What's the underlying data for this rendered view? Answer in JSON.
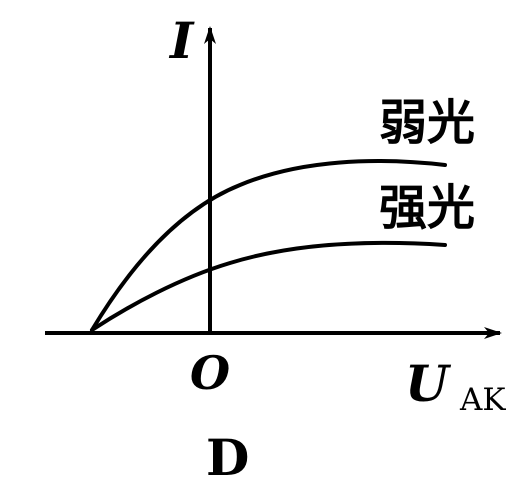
{
  "axis": {
    "y_label": "I",
    "origin_label": "O",
    "x_label_main": "U",
    "x_label_sub": "AK"
  },
  "curves": {
    "upper_label": "弱光",
    "lower_label": "强光"
  },
  "option_label": "D",
  "colors": {
    "ink": "#000000",
    "background": "#ffffff"
  }
}
